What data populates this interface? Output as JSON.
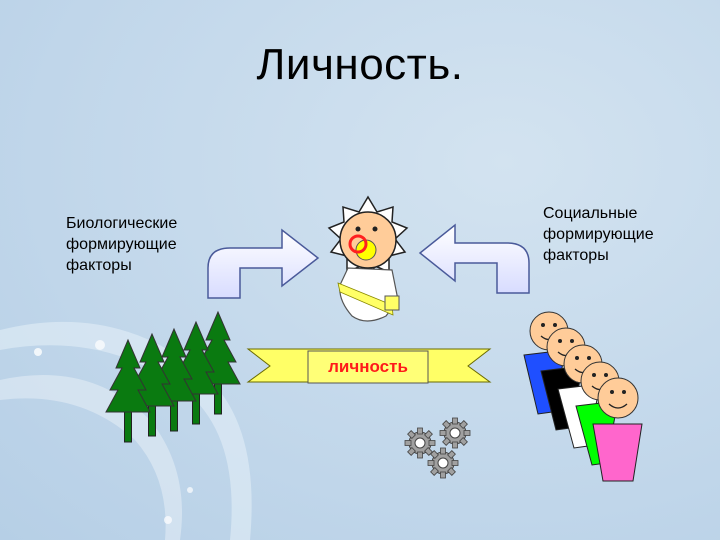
{
  "slide": {
    "title": "Личность.",
    "left_label": [
      "Биологические",
      "формирующие",
      "факторы"
    ],
    "right_label": [
      "Социальные",
      "формирующие",
      "факторы"
    ],
    "banner_text": "личность"
  },
  "icons": [
    "curved-arrow-icon",
    "baby-icon",
    "spruce-tree-icon",
    "person-icon",
    "gear-icon"
  ],
  "colors": {
    "background": "#c3d8eb",
    "banner": "#ffff66",
    "banner_text": "#ff1a1a",
    "trees": "#0a7a10",
    "face": "#ffcc99",
    "shirts": [
      "#1f4fff",
      "#000000",
      "#ffffff",
      "#00ff00",
      "#ff66cc"
    ]
  }
}
